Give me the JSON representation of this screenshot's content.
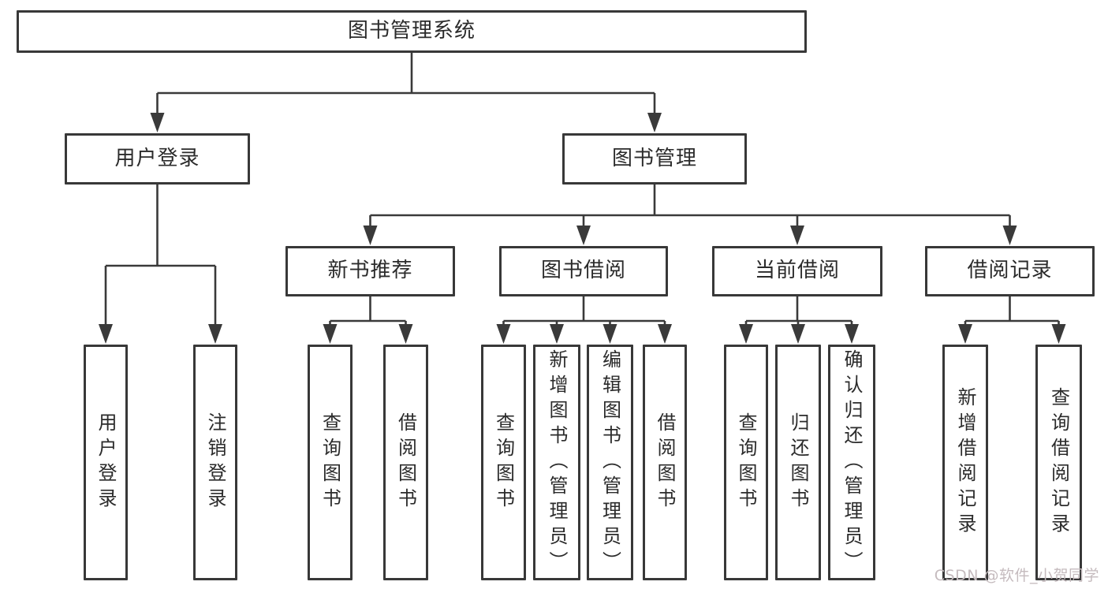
{
  "diagram_title": "图书管理系统",
  "tree": {
    "id": "root",
    "label": "图书管理系统",
    "children": [
      {
        "id": "user-login-module",
        "label": "用户登录",
        "children": [
          {
            "id": "leaf-user-login",
            "label": "用户登录"
          },
          {
            "id": "leaf-logout",
            "label": "注销登录"
          }
        ]
      },
      {
        "id": "book-management-module",
        "label": "图书管理",
        "children": [
          {
            "id": "new-book-recommendation",
            "label": "新书推荐",
            "children": [
              {
                "id": "leaf-nbr-query-books",
                "label": "查询图书"
              },
              {
                "id": "leaf-nbr-borrow-books",
                "label": "借阅图书"
              }
            ]
          },
          {
            "id": "book-borrowing",
            "label": "图书借阅",
            "children": [
              {
                "id": "leaf-bb-query-books",
                "label": "查询图书"
              },
              {
                "id": "leaf-bb-add-books",
                "label": "新增图书（管理员）"
              },
              {
                "id": "leaf-bb-edit-books",
                "label": "编辑图书（管理员）"
              },
              {
                "id": "leaf-bb-borrow-books",
                "label": "借阅图书"
              }
            ]
          },
          {
            "id": "current-borrowing",
            "label": "当前借阅",
            "children": [
              {
                "id": "leaf-cb-query-books",
                "label": "查询图书"
              },
              {
                "id": "leaf-cb-return-books",
                "label": "归还图书"
              },
              {
                "id": "leaf-cb-confirm-return",
                "label": "确认归还（管理员）"
              }
            ]
          },
          {
            "id": "borrowing-records",
            "label": "借阅记录",
            "children": [
              {
                "id": "leaf-br-add-record",
                "label": "新增借阅记录"
              },
              {
                "id": "leaf-br-query-record",
                "label": "查询借阅记录"
              }
            ]
          }
        ]
      }
    ]
  },
  "watermark": {
    "text": "CSDN @软件_小贺同学"
  },
  "colors": {
    "line": "#3a3a3a",
    "border": "#383838",
    "text": "#2b2b2b",
    "watermark": "#c5bbbe",
    "background": "#ffffff"
  }
}
